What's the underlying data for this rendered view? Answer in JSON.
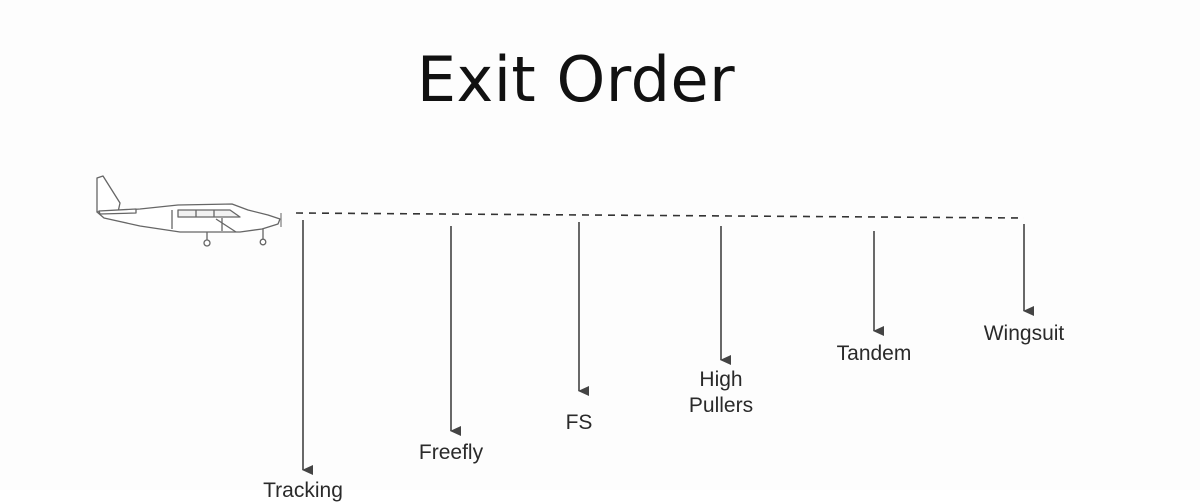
{
  "title": "Exit Order",
  "exits": [
    {
      "label": "Tracking",
      "order": 1
    },
    {
      "label": "Freefly",
      "order": 2
    },
    {
      "label": "FS",
      "order": 3
    },
    {
      "label": "High\nPullers",
      "order": 4
    },
    {
      "label": "Tandem",
      "order": 5
    },
    {
      "label": "Wingsuit",
      "order": 6
    }
  ],
  "icons": {
    "aircraft": "airplane-icon"
  }
}
